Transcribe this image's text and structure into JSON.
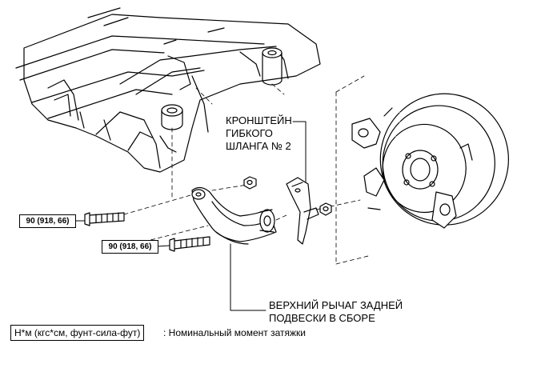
{
  "labels": {
    "bracket_line1": "КРОНШТЕЙН",
    "bracket_line2": "ГИБКОГО",
    "bracket_line3": "ШЛАНГА № 2",
    "arm_line1": "ВЕРХНИЙ РЫЧАГ ЗАДНЕЙ",
    "arm_line2": "ПОДВЕСКИ В СБОРЕ"
  },
  "torque_specs": [
    {
      "value": "90 (918, 66)"
    },
    {
      "value": "90 (918, 66)"
    }
  ],
  "legend": {
    "unit_box": "Н*м (кгс*см, фунт-сила-фут)",
    "description": ": Номинальный момент затяжки"
  }
}
